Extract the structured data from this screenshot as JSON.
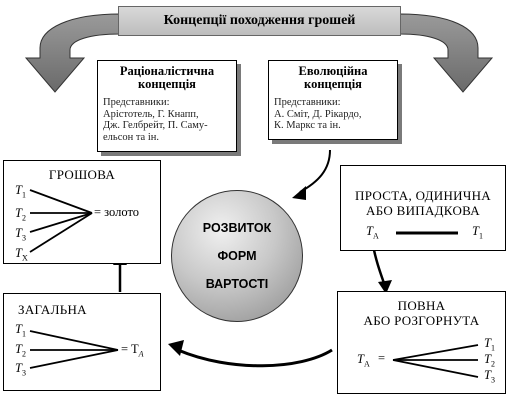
{
  "title": "Концепції походження грошей",
  "rational": {
    "title_line1": "Раціоналістична",
    "title_line2": "концепція",
    "body_line1": "Представники:",
    "body_line2": "Арістотель, Г. Кнапп,",
    "body_line3": "Дж. Гелбрейт, П. Саму-",
    "body_line4": "ельсон та ін."
  },
  "evolution": {
    "title_line1": "Еволюційна",
    "title_line2": "концепція",
    "body_line1": "Представники:",
    "body_line2": "А. Сміт, Д. Рікардо,",
    "body_line3": "К. Маркс та ін."
  },
  "center": {
    "line1": "РОЗВИТОК",
    "line2": "ФОРМ",
    "line3": "ВАРТОСТІ"
  },
  "forms": {
    "money": {
      "title": "ГРОШОВА",
      "equals": "= золото"
    },
    "general": {
      "title": "ЗАГАЛЬНА",
      "equals": "= T"
    },
    "simple": {
      "title_line1": "ПРОСТА, ОДИНИЧНА",
      "title_line2": "АБО ВИПАДКОВА"
    },
    "full": {
      "title_line1": "ПОВНА",
      "title_line2": "АБО РОЗГОРНУТА",
      "equals": "="
    }
  },
  "symbols": {
    "T": "T",
    "sub_1": "1",
    "sub_2": "2",
    "sub_3": "3",
    "sub_x": "X",
    "sub_a": "A"
  }
}
